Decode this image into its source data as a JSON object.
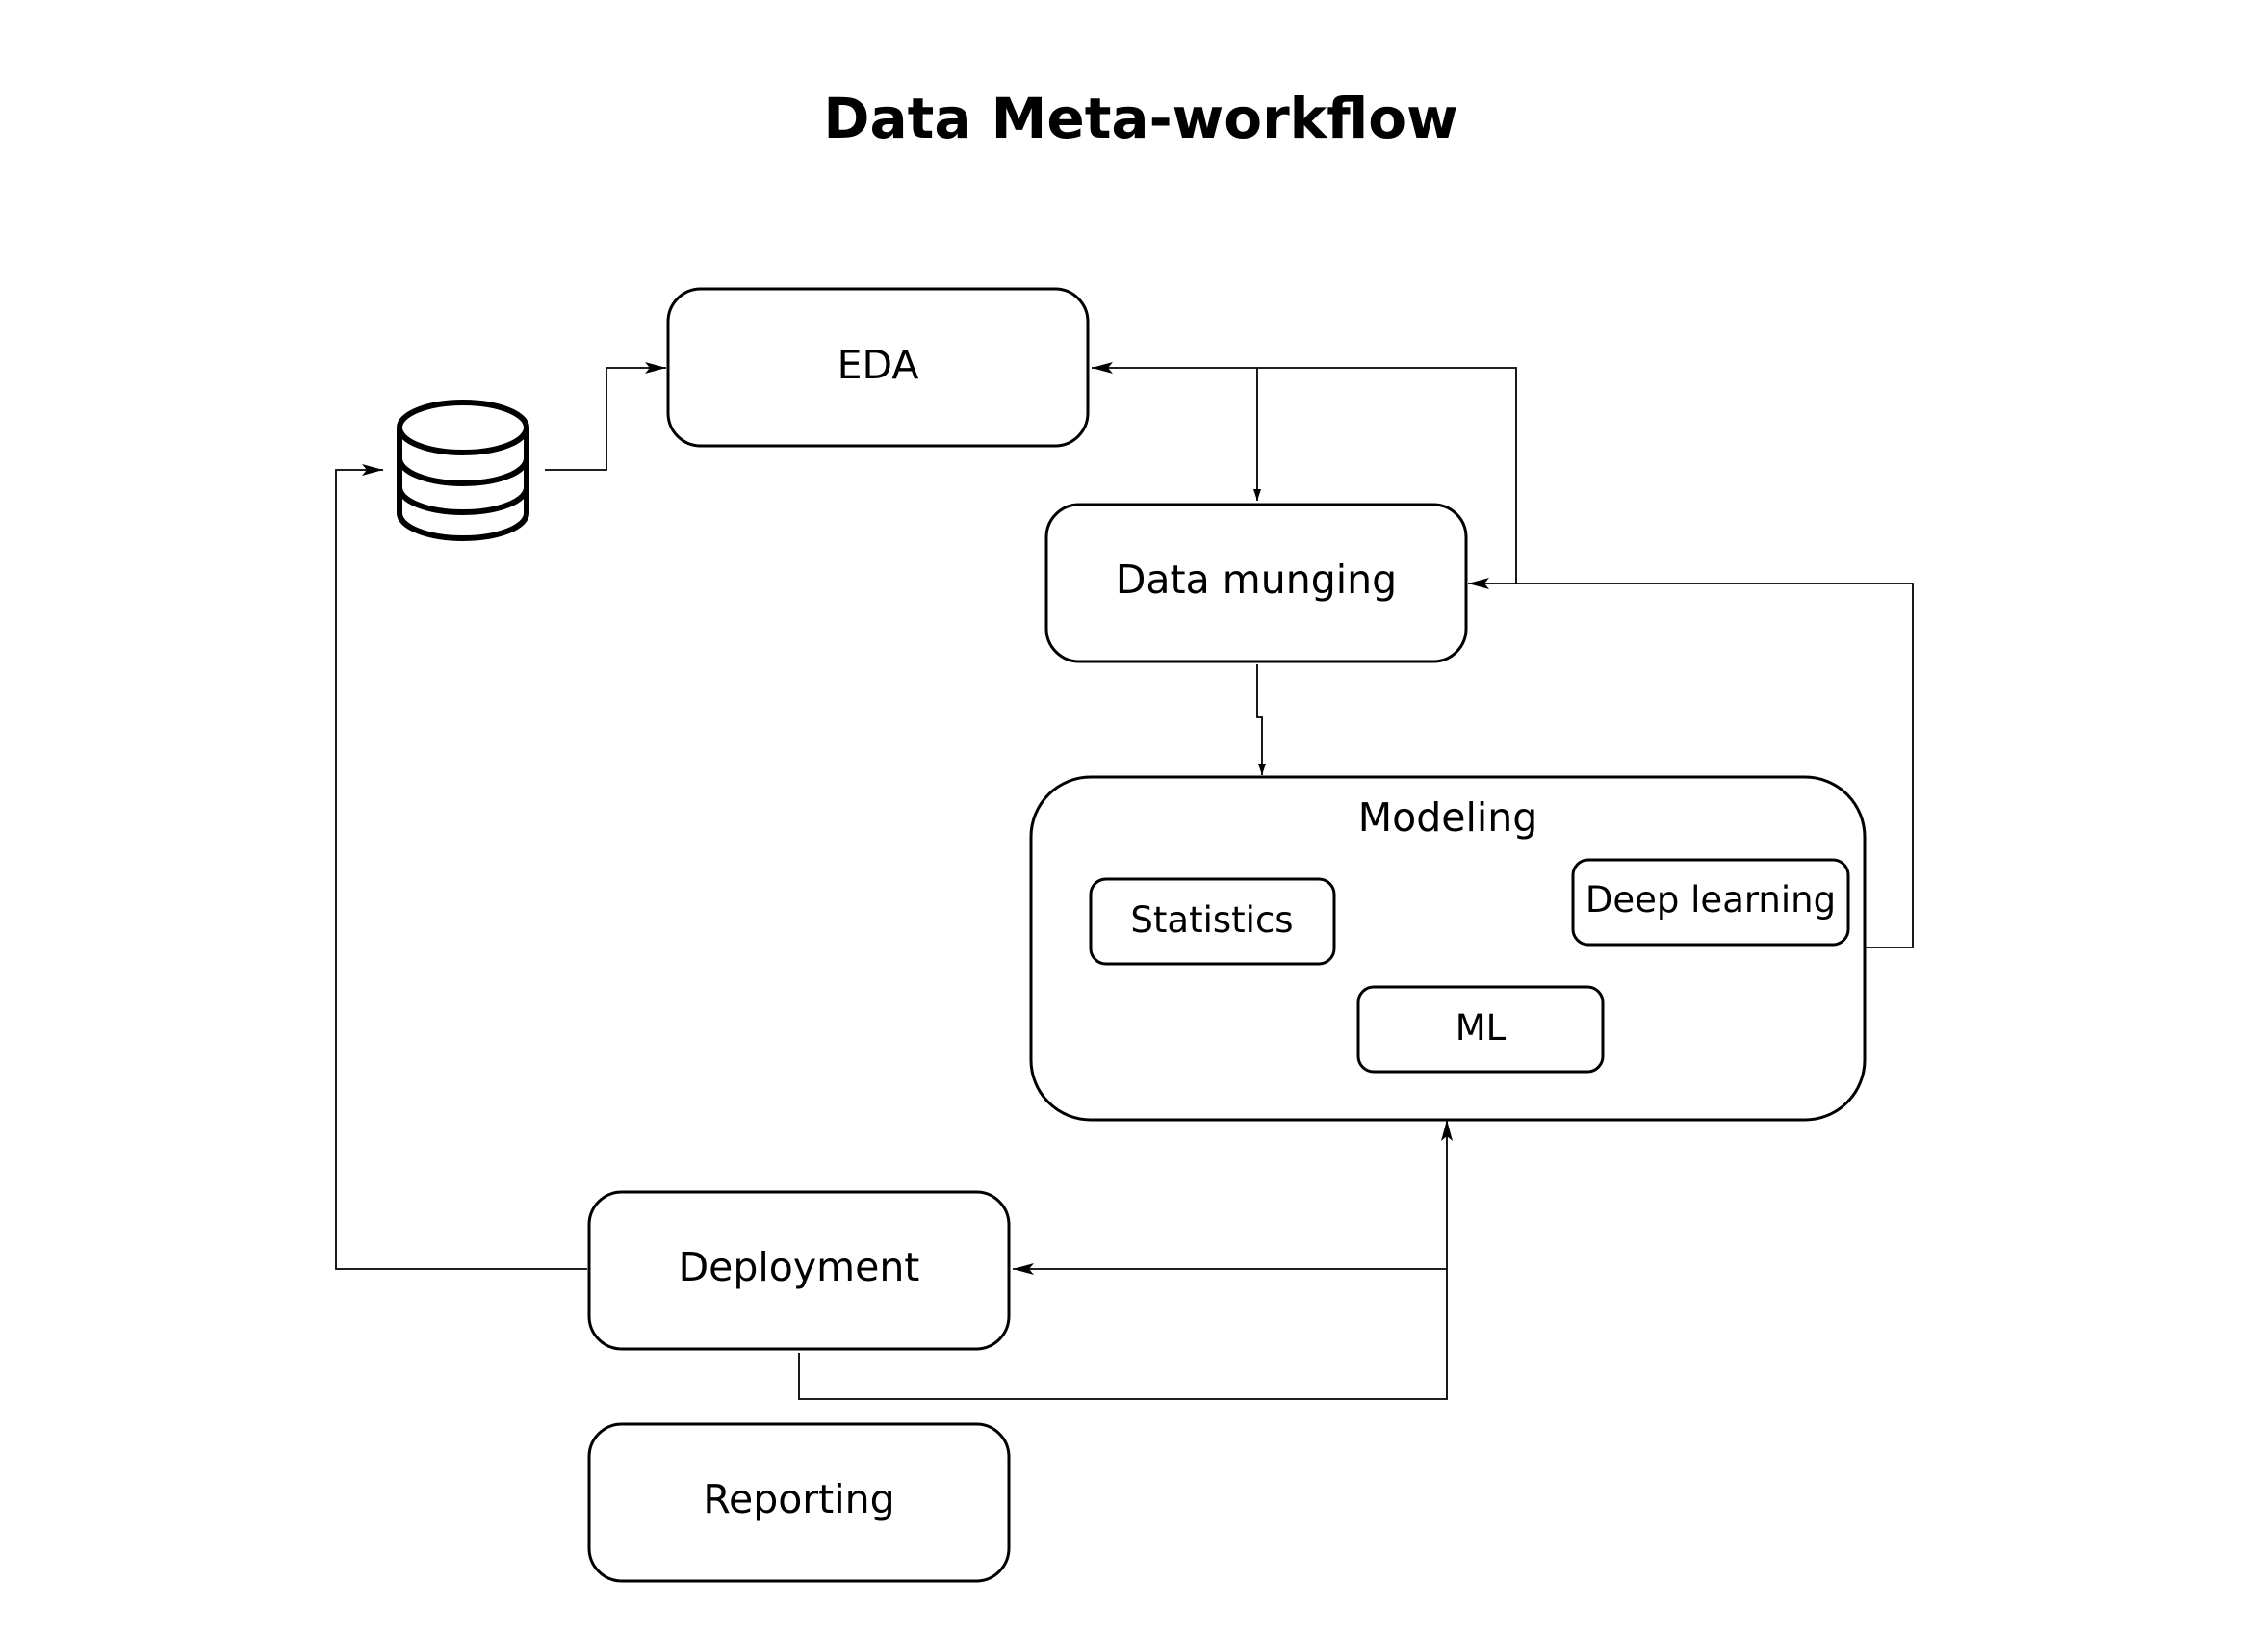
{
  "title": "Data Meta-workflow",
  "nodes": {
    "database": "database-icon",
    "eda": "EDA",
    "munging": "Data munging",
    "modeling": "Modeling",
    "statistics": "Statistics",
    "deep_learning": "Deep learning",
    "ml": "ML",
    "deployment": "Deployment",
    "reporting": "Reporting"
  },
  "colors": {
    "stroke": "#000000",
    "background": "#ffffff"
  }
}
